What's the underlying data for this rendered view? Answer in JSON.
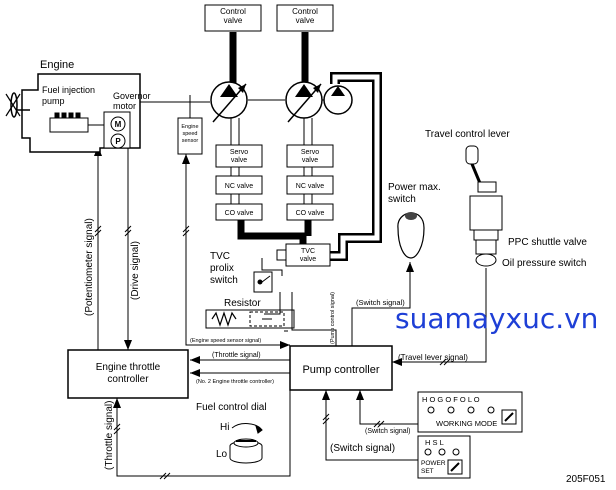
{
  "labels": {
    "control_valve_1": "Control\nvalve",
    "control_valve_2": "Control\nvalve",
    "engine": "Engine",
    "fuel_injection_pump": "Fuel injection\npump",
    "governor_motor": "Governor\nmotor",
    "engine_speed_sensor": "Engine\nspeed\nsensor",
    "servo_valve_1": "Servo\nvalve",
    "servo_valve_2": "Servo\nvalve",
    "nc_valve_1": "NC valve",
    "nc_valve_2": "NC valve",
    "co_valve_1": "CO valve",
    "co_valve_2": "CO valve",
    "tvc_valve": "TVC\nvalve",
    "tvc_prolix_switch": "TVC\nprolix\nswitch",
    "resistor": "Resistor",
    "power_max_switch": "Power max.\nswitch",
    "travel_control_lever": "Travel control lever",
    "ppc_shuttle_valve": "PPC shuttle valve",
    "oil_pressure_switch": "Oil pressure switch",
    "potentiometer_signal": "(Potentiometer signal)",
    "drive_signal": "(Drive signal)",
    "engine_throttle_controller": "Engine throttle\ncontroller",
    "pump_controller": "Pump controller",
    "engine_speed_sensor_signal": "(Engine speed sensor signal)",
    "throttle_signal_h": "(Throttle signal)",
    "no2_engine_throttle_controller": "(No. 2 Engine throttle controller)",
    "pump_control_signal": "(Pump control signal)",
    "switch_signal_1": "(Switch signal)",
    "travel_lever_signal": "(Travel lever signal)",
    "switch_signal_2": "(Switch signal)",
    "switch_signal_3": "(Switch signal)",
    "throttle_signal_v": "(Throttle signal)",
    "fuel_control_dial": "Fuel control dial",
    "dial_hi": "Hi",
    "dial_lo": "Lo",
    "working_mode_letters": "H O   G O   F O   L O",
    "working_mode": "WORKING MODE",
    "power_set_letters": "H   S   L",
    "power_set": "POWER\nSET",
    "motor_m": "M",
    "pot_p": "P",
    "figure_code": "205F051",
    "watermark": "suamayxuc.vn"
  },
  "colors": {
    "line": "#000000",
    "watermark": "#1e3fd6"
  }
}
